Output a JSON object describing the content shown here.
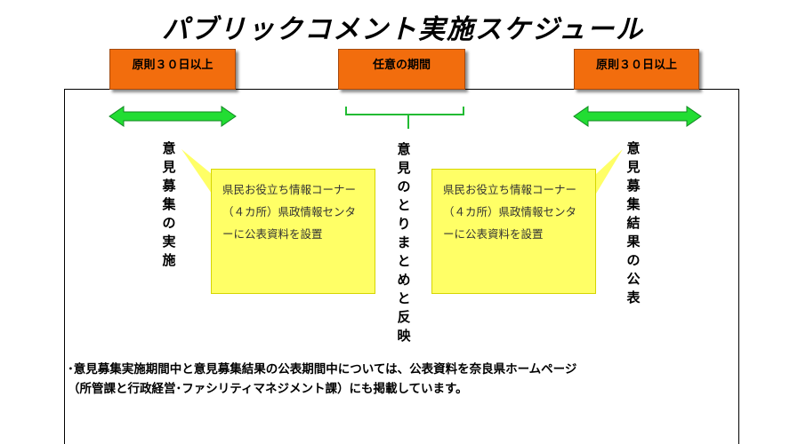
{
  "title": "パブリックコメント実施スケジュール",
  "phases": [
    {
      "box_label": "原則３０日以上",
      "vertical_label": "意見募集の実施"
    },
    {
      "box_label": "任意の期間",
      "vertical_label": "意見のとりまとめと反映"
    },
    {
      "box_label": "原則３０日以上",
      "vertical_label": "意見募集結果の公表"
    }
  ],
  "callouts": [
    "県民お役立ち情報コーナー（４カ所）県政情報センターに公表資料を設置",
    "県民お役立ち情報コーナー（４カ所）県政情報センターに公表資料を設置"
  ],
  "note": {
    "line1": "･意見募集実施期間中と意見募集結果の公表期間中については、公表資料を奈良県ホームページ",
    "line2": "（所管課と行政経営･ファシリティマネジメント課）にも掲載しています。"
  },
  "colors": {
    "orange": "#f26d0d",
    "arrow_green": "#22dd33",
    "callout_yellow": "#ffff66"
  }
}
